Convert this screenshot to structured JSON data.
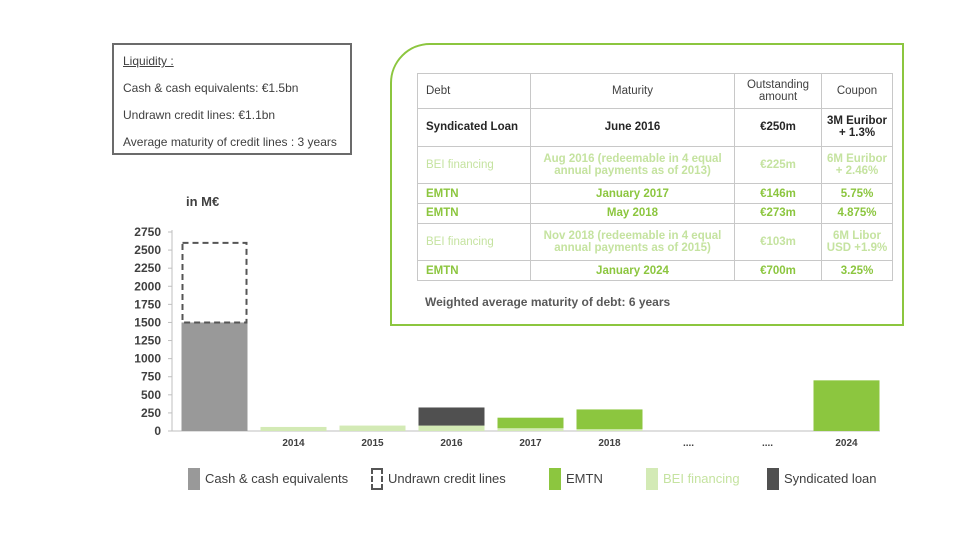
{
  "liquidity": {
    "title": "Liquidity :",
    "cash": "Cash & cash equivalents: €1.5bn",
    "undrawn": "Undrawn credit lines: €1.1bn",
    "maturity": "Average maturity of credit lines : 3 years"
  },
  "debt_table": {
    "headers": [
      "Debt",
      "Maturity",
      "Outstanding amount",
      "Coupon"
    ],
    "rows": [
      {
        "debt": "Syndicated Loan",
        "maturity": "June 2016",
        "amount": "€250m",
        "coupon": "3M Euribor + 1.3%",
        "style": "dark"
      },
      {
        "debt": "BEI financing",
        "maturity": "Aug 2016 (redeemable in 4 equal annual payments as of 2013)",
        "amount": "€225m",
        "coupon": "6M Euribor + 2.46%",
        "style": "light"
      },
      {
        "debt": "EMTN",
        "maturity": "January 2017",
        "amount": "€146m",
        "coupon": "5.75%",
        "style": "green"
      },
      {
        "debt": "EMTN",
        "maturity": "May 2018",
        "amount": "€273m",
        "coupon": "4.875%",
        "style": "green"
      },
      {
        "debt": "BEI financing",
        "maturity": "Nov 2018 (redeemable in 4 equal annual payments as of 2015)",
        "amount": "€103m",
        "coupon": "6M Libor USD +1.9%",
        "style": "light"
      },
      {
        "debt": "EMTN",
        "maturity": "January 2024",
        "amount": "€700m",
        "coupon": "3.25%",
        "style": "green"
      }
    ],
    "footnote": "Weighted average maturity of debt: 6 years"
  },
  "colors": {
    "cash": "#999999",
    "emtn": "#8cc63f",
    "bei": "#d3eab5",
    "syndicated": "#505050",
    "undrawn_border": "#555555",
    "box_border": "#8cc63f"
  },
  "chart_data": {
    "type": "bar",
    "unit_label": "in M€",
    "categories": [
      "",
      "2014",
      "2015",
      "2016",
      "2017",
      "2018",
      "....",
      "....",
      "2024"
    ],
    "ylim": [
      0,
      2750
    ],
    "yticks": [
      0,
      250,
      500,
      750,
      1000,
      1250,
      1500,
      1750,
      2000,
      2250,
      2500,
      2750
    ],
    "stacked": true,
    "series": [
      {
        "name": "Cash & cash equivalents",
        "key": "cash",
        "values": [
          1500,
          0,
          0,
          0,
          0,
          0,
          0,
          0,
          0
        ]
      },
      {
        "name": "Undrawn credit lines",
        "key": "undrawn",
        "values": [
          1100,
          0,
          0,
          0,
          0,
          0,
          0,
          0,
          0
        ]
      },
      {
        "name": "BEI financing",
        "key": "bei",
        "values": [
          0,
          56,
          75,
          75,
          38,
          25,
          0,
          0,
          0
        ]
      },
      {
        "name": "EMTN",
        "key": "emtn",
        "values": [
          0,
          0,
          0,
          0,
          146,
          273,
          0,
          0,
          700
        ]
      },
      {
        "name": "Syndicated loan",
        "key": "syndicated",
        "values": [
          0,
          0,
          0,
          250,
          0,
          0,
          0,
          0,
          0
        ]
      }
    ],
    "legend": [
      "Cash & cash equivalents",
      "Undrawn credit lines",
      "EMTN",
      "BEI financing",
      "Syndicated loan"
    ],
    "legend_position": "bottom",
    "grid": false
  }
}
